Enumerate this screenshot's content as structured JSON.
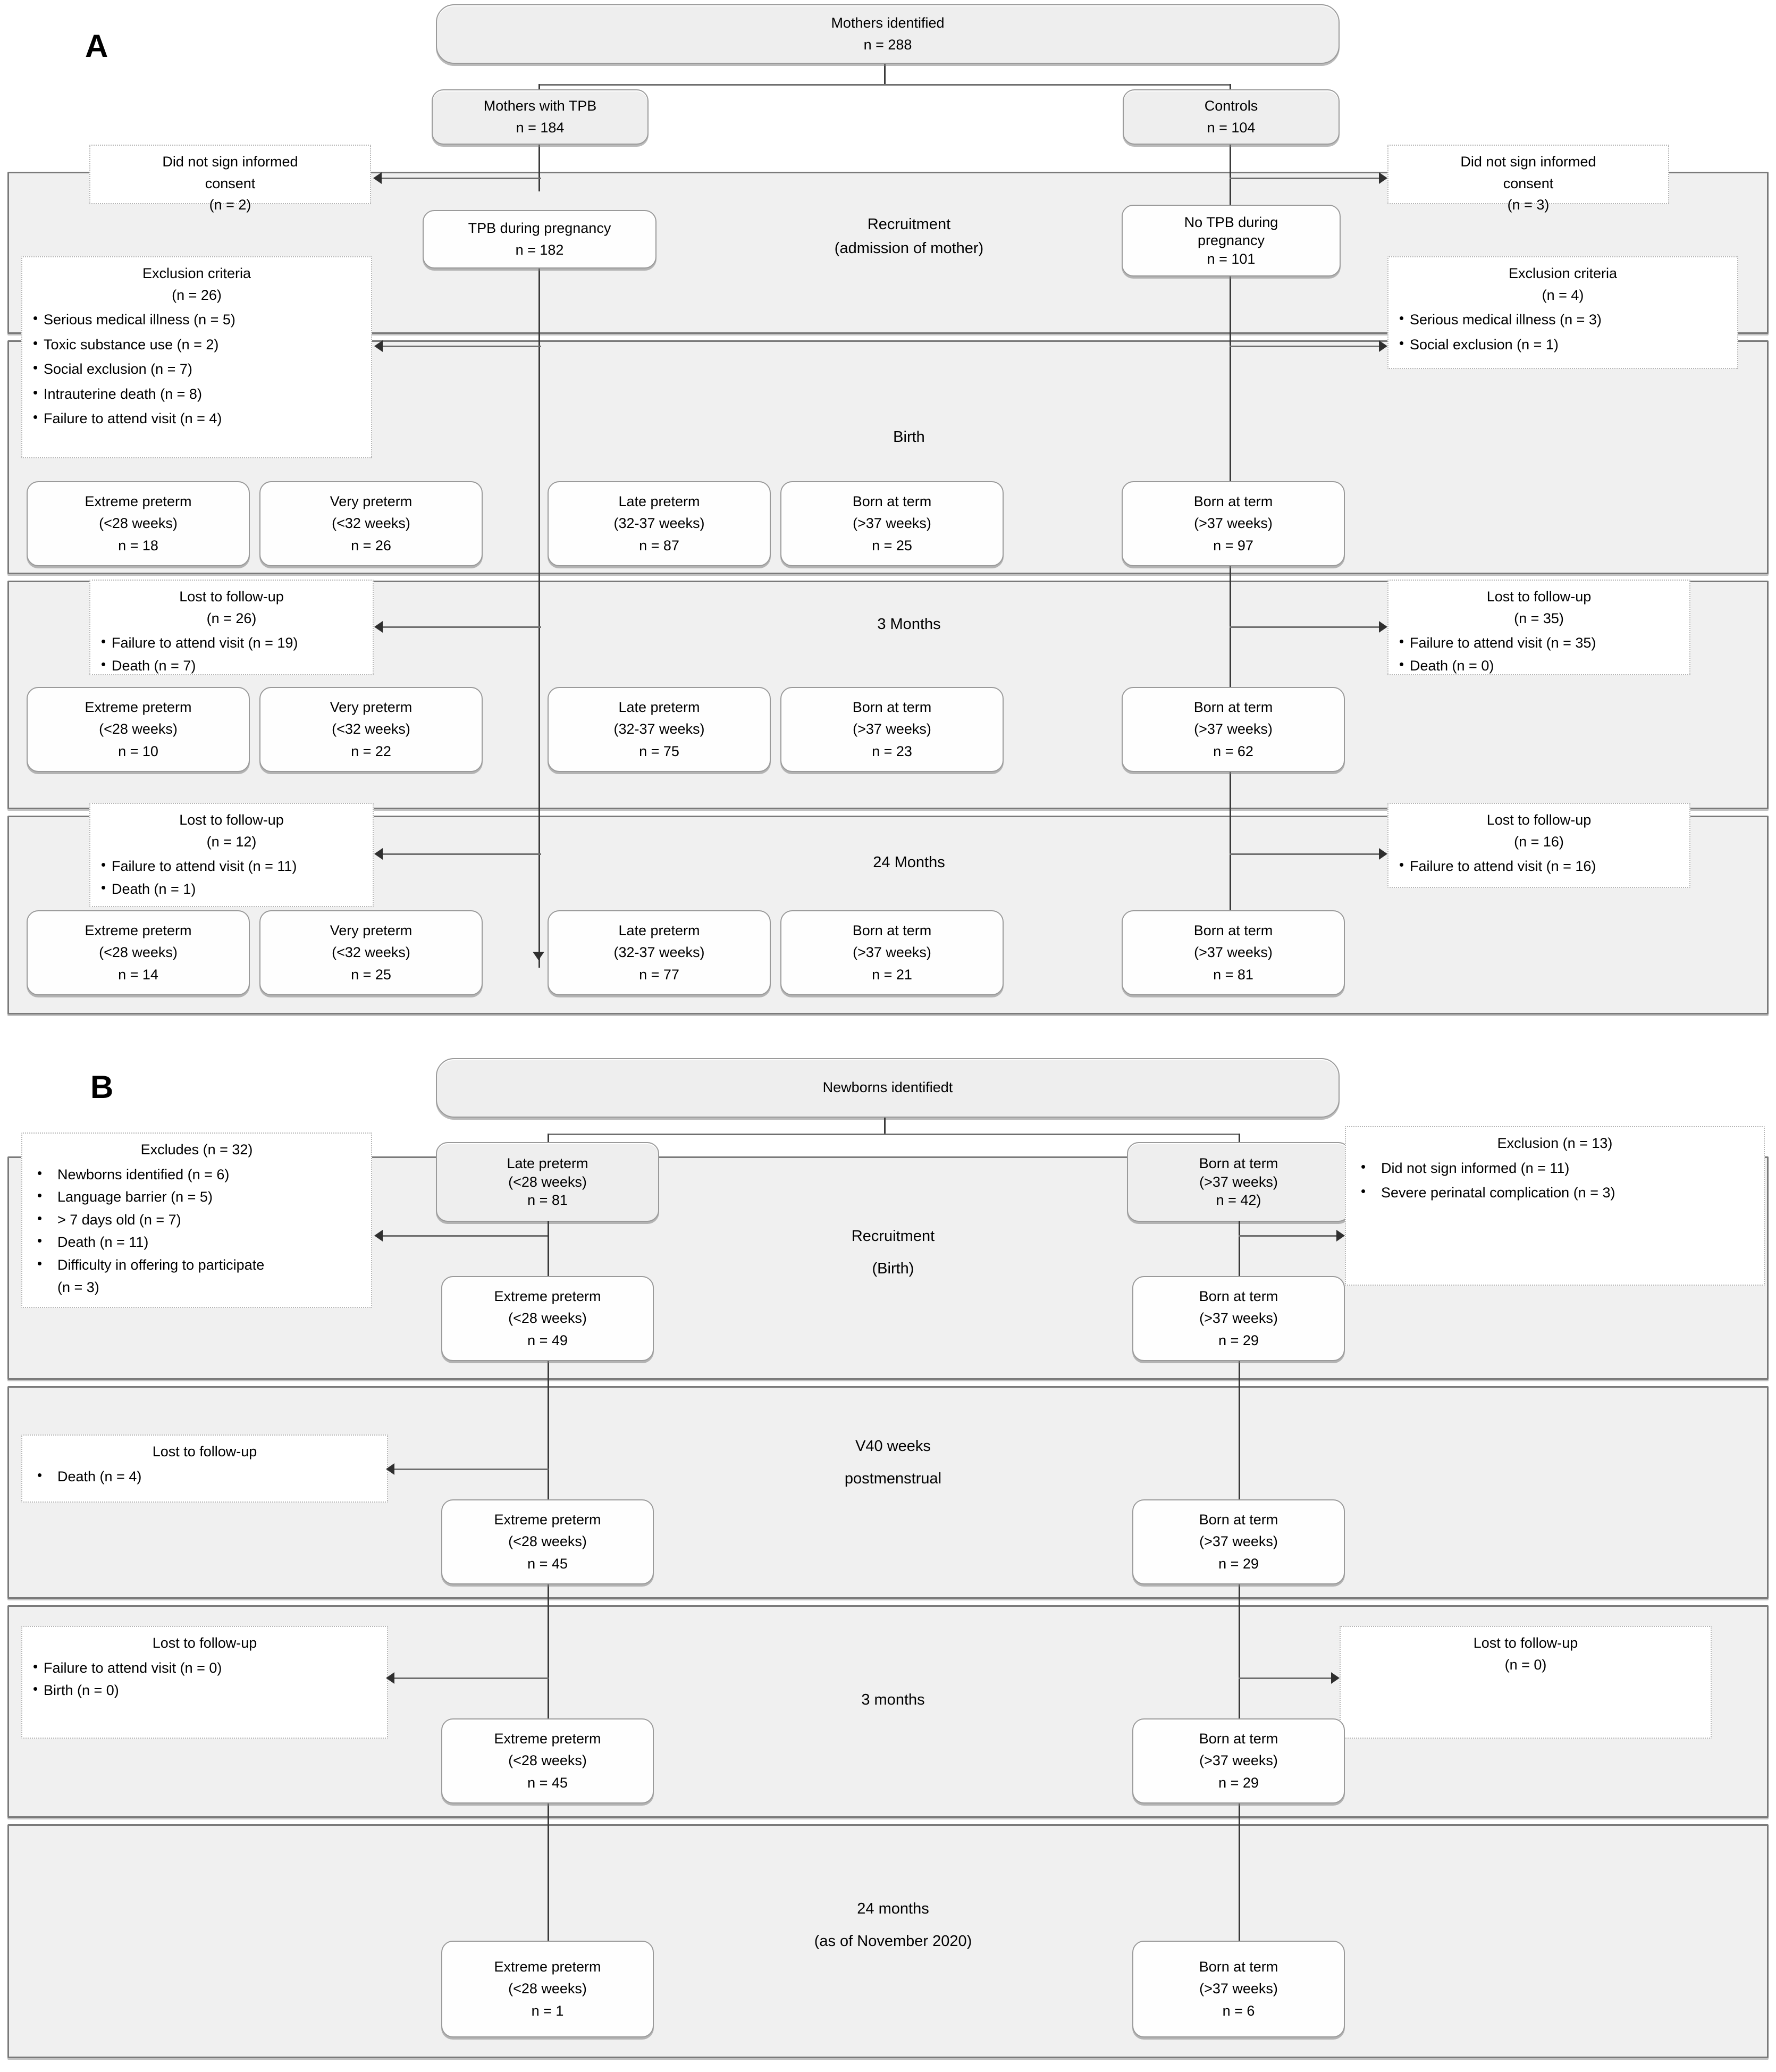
{
  "figure": {
    "panel_a_letter": "A",
    "panel_b_letter": "B"
  },
  "panel_a": {
    "top_node": {
      "title": "Mothers identified",
      "n": "n = 288"
    },
    "arm_tpb": {
      "title": "Mothers with TPB",
      "n": "n = 184"
    },
    "arm_controls": {
      "title": "Controls",
      "n": "n = 104"
    },
    "stages": {
      "recruitment": {
        "line1": "Recruitment",
        "line2": "(admission of mother)"
      },
      "birth": {
        "line1": "Birth"
      },
      "three_months": {
        "line1": "3 Months"
      },
      "twentyfour_months": {
        "line1": "24 Months"
      }
    },
    "tpb_pregnancy": {
      "title": "TPB during pregnancy",
      "n": "n = 182"
    },
    "no_tpb_pregnancy": {
      "title_line1": "No TPB during",
      "title_line2": "pregnancy",
      "n": "n = 101"
    },
    "left_consent_note": {
      "line1": "Did not sign informed",
      "line2": "consent",
      "n": "(n = 2)"
    },
    "right_consent_note": {
      "line1": "Did not sign informed",
      "line2": "consent",
      "n": "(n = 3)"
    },
    "left_exclusion_note": {
      "title": "Exclusion criteria",
      "n": "(n = 26)",
      "items": [
        "Serious medical illness (n = 5)",
        "Toxic substance use (n = 2)",
        "Social exclusion (n = 7)",
        "Intrauterine death (n = 8)",
        "Failure to attend visit (n = 4)"
      ]
    },
    "right_exclusion_note": {
      "title": "Exclusion criteria",
      "n": "(n = 4)",
      "items": [
        "Serious medical illness (n = 3)",
        "Social exclusion (n = 1)"
      ]
    },
    "birth_row": {
      "boxes": [
        {
          "title": "Extreme preterm",
          "weeks": "(<28 weeks)",
          "n": "n = 18"
        },
        {
          "title": "Very preterm",
          "weeks": "(<32 weeks)",
          "n": "n = 26"
        },
        {
          "title": "Late preterm",
          "weeks": "(32-37 weeks)",
          "n": "n = 87"
        },
        {
          "title": "Born at term",
          "weeks": "(>37 weeks)",
          "n": "n = 25"
        }
      ],
      "control_box": {
        "title": "Born at term",
        "weeks": "(>37 weeks)",
        "n": "n = 97"
      }
    },
    "three_months_row": {
      "boxes": [
        {
          "title": "Extreme preterm",
          "weeks": "(<28 weeks)",
          "n": "n = 10"
        },
        {
          "title": "Very preterm",
          "weeks": "(<32 weeks)",
          "n": "n = 22"
        },
        {
          "title": "Late preterm",
          "weeks": "(32-37 weeks)",
          "n": "n = 75"
        },
        {
          "title": "Born at term",
          "weeks": "(>37 weeks)",
          "n": "n = 23"
        }
      ],
      "control_box": {
        "title": "Born at term",
        "weeks": "(>37 weeks)",
        "n": "n = 62"
      },
      "left_lost_note": {
        "title": "Lost to follow-up",
        "n": "(n = 26)",
        "items": [
          "Failure to attend visit (n = 19)",
          "Death (n = 7)"
        ]
      },
      "right_lost_note": {
        "title": "Lost to follow-up",
        "n": "(n = 35)",
        "items": [
          "Failure to attend visit (n = 35)",
          "Death (n = 0)"
        ]
      }
    },
    "twentyfour_months_row": {
      "boxes": [
        {
          "title": "Extreme preterm",
          "weeks": "(<28 weeks)",
          "n": "n = 14"
        },
        {
          "title": "Very preterm",
          "weeks": "(<32 weeks)",
          "n": "n = 25"
        },
        {
          "title": "Late preterm",
          "weeks": "(32-37 weeks)",
          "n": "n = 77"
        },
        {
          "title": "Born at term",
          "weeks": "(>37 weeks)",
          "n": "n = 21"
        }
      ],
      "control_box": {
        "title": "Born at term",
        "weeks": "(>37 weeks)",
        "n": "n = 81"
      },
      "left_lost_note": {
        "title": "Lost to follow-up",
        "n": "(n = 12)",
        "items": [
          "Failure to attend visit (n = 11)",
          "Death (n = 1)"
        ]
      },
      "right_lost_note": {
        "title": "Lost to follow-up",
        "n": "(n = 16)",
        "items": [
          "Failure to attend visit (n = 16)"
        ]
      }
    }
  },
  "panel_b": {
    "top_node": {
      "title": "Newborns identifiedt"
    },
    "arm_preterm": {
      "title": "Late preterm",
      "weeks": "(<28 weeks)",
      "n": "n = 81"
    },
    "arm_term": {
      "title": "Born at term",
      "weeks": "(>37 weeks)",
      "n": "n = 42)"
    },
    "stages": {
      "recruitment": {
        "line1": "Recruitment",
        "line2": "(Birth)"
      },
      "v40": {
        "line1": "V40 weeks",
        "line2": "postmenstrual"
      },
      "three_months": {
        "line1": "3 months"
      },
      "twentyfour_months": {
        "line1": "24 months",
        "line2": "(as of November 2020)"
      }
    },
    "excludes_note": {
      "title": "Excludes (n = 32)",
      "items": [
        "Newborns identified (n = 6)",
        "Language barrier (n = 5)",
        "> 7 days old (n = 7)",
        "Death (n = 11)",
        "Difficulty in offering to participate"
      ],
      "last_item_n": "(n = 3)"
    },
    "exclusion_note": {
      "title": "Exclusion (n = 13)",
      "items": [
        "Did not sign informed  (n = 11)",
        "Severe perinatal complication (n = 3)"
      ]
    },
    "recruitment_row": {
      "preterm_box": {
        "title": "Extreme preterm",
        "weeks": "(<28 weeks)",
        "n": "n = 49"
      },
      "term_box": {
        "title": "Born at term",
        "weeks": "(>37 weeks)",
        "n": "n = 29"
      }
    },
    "v40_row": {
      "preterm_box": {
        "title": "Extreme preterm",
        "weeks": "(<28 weeks)",
        "n": "n = 45"
      },
      "term_box": {
        "title": "Born at term",
        "weeks": "(>37 weeks)",
        "n": "n = 29"
      },
      "left_lost_note": {
        "title": "Lost to follow-up",
        "items": [
          "Death (n = 4)"
        ]
      }
    },
    "three_months_row": {
      "preterm_box": {
        "title": "Extreme preterm",
        "weeks": "(<28 weeks)",
        "n": "n = 45"
      },
      "term_box": {
        "title": "Born at term",
        "weeks": "(>37 weeks)",
        "n": "n = 29"
      },
      "left_lost_note": {
        "title": "Lost to follow-up",
        "items": [
          "Failure to attend visit (n = 0)",
          "Birth (n = 0)"
        ]
      },
      "right_lost_note": {
        "title": "Lost to follow-up",
        "n": "(n = 0)"
      }
    },
    "twentyfour_months_row": {
      "preterm_box": {
        "title": "Extreme preterm",
        "weeks": "(<28 weeks)",
        "n": "n = 1"
      },
      "term_box": {
        "title": "Born at term",
        "weeks": "(>37 weeks)",
        "n": "n = 6"
      }
    }
  },
  "colors": {
    "band_fill": "#f0f0f0",
    "band_border": "#7a7a7a",
    "node_border": "#9a9a9a",
    "note_border": "#b4b4b4",
    "connector": "#3a3a3a"
  }
}
